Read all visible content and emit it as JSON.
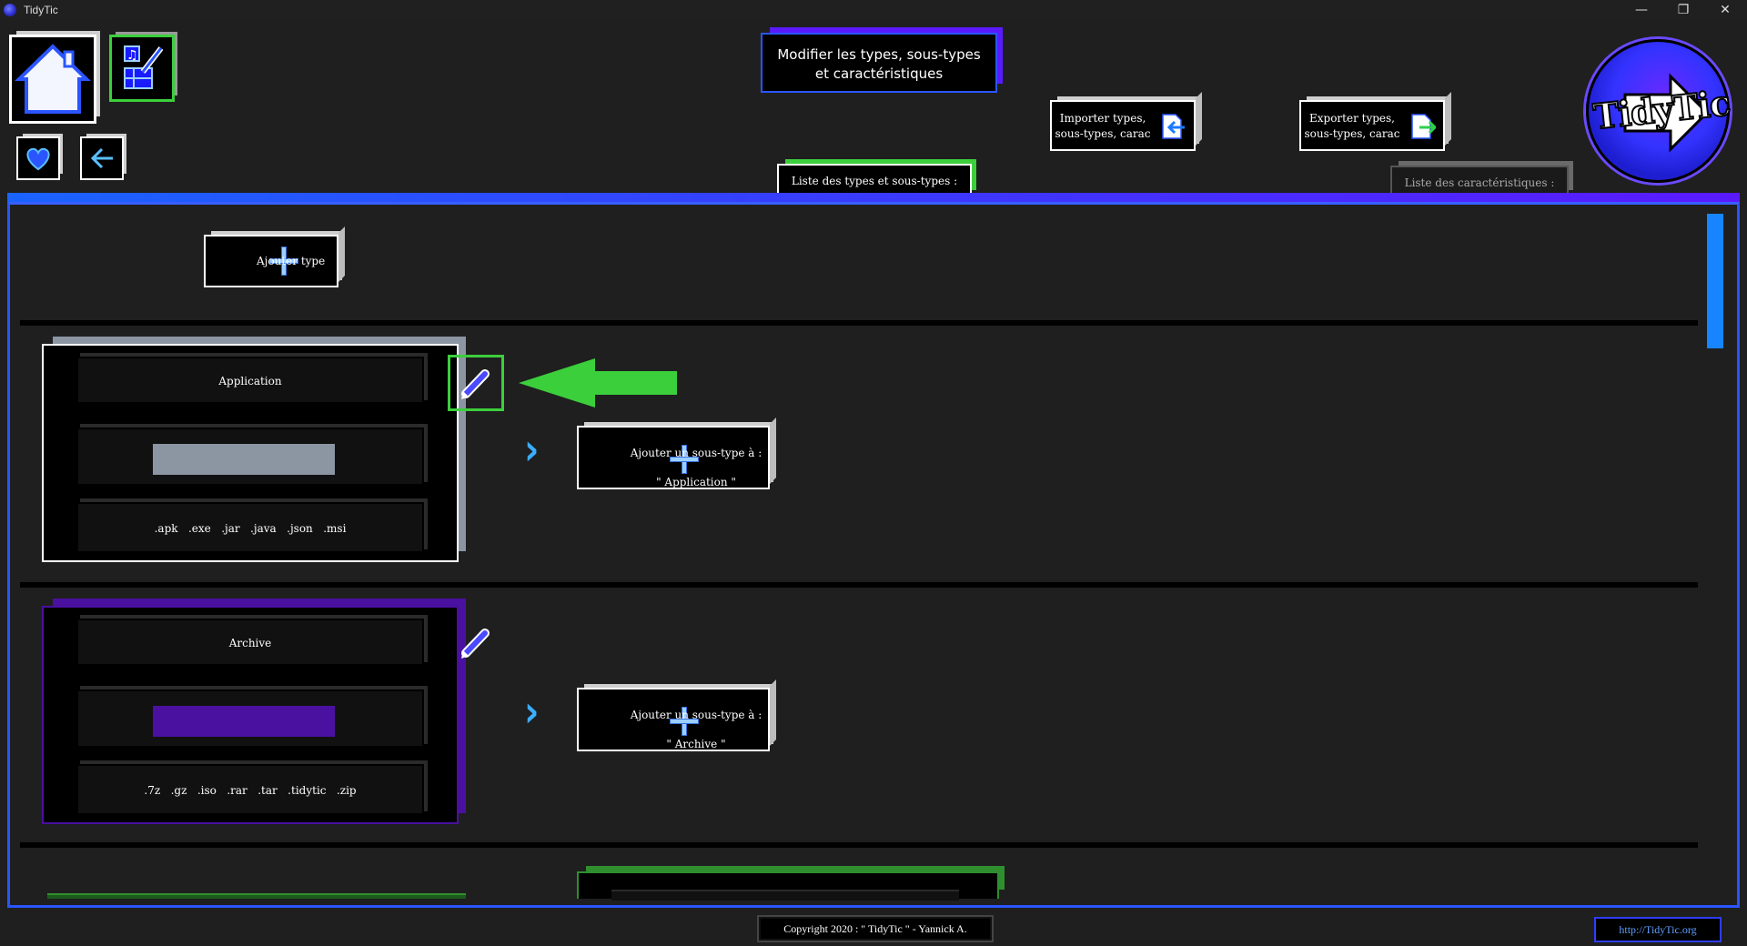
{
  "window": {
    "title": "TidyTic",
    "minimize_glyph": "—",
    "restore_glyph": "❐",
    "close_glyph": "✕"
  },
  "nav": {
    "home_icon": "home-icon",
    "media_edit_icon": "media-edit-icon",
    "favorite_icon": "heart-icon",
    "back_icon": "arrow-left-icon"
  },
  "header": {
    "title_line1": "Modifier les types, sous-types",
    "title_line2": "et caractéristiques",
    "import_line1": "Importer types,",
    "import_line2": "sous-types, carac",
    "export_line1": "Exporter types,",
    "export_line2": "sous-types, carac"
  },
  "tabs": {
    "types": "Liste des types et sous-types :",
    "caracs": "Liste des caractéristiques :"
  },
  "add_type_label": "Ajouter type",
  "types": [
    {
      "name": "Application",
      "color": "#8c96a3",
      "extensions": ".apk   .exe   .jar   .java   .json   .msi",
      "add_subtype_line1": "Ajouter un sous-type à :",
      "add_subtype_line2": "\" Application \""
    },
    {
      "name": "Archive",
      "color": "#4a10a0",
      "extensions": ".7z   .gz   .iso   .rar   .tar   .tidytic   .zip",
      "add_subtype_line1": "Ajouter un sous-type à :",
      "add_subtype_line2": "\" Archive \""
    }
  ],
  "footer": {
    "copyright": "Copyright 2020 : \" TidyTic \" - Yannick A.",
    "site": "http://TidyTic.org"
  },
  "logo_text": "TidyTic",
  "colors": {
    "accent_blue": "#2a55ff",
    "accent_green": "#3ccf3c",
    "accent_purple": "#5a1aff"
  }
}
